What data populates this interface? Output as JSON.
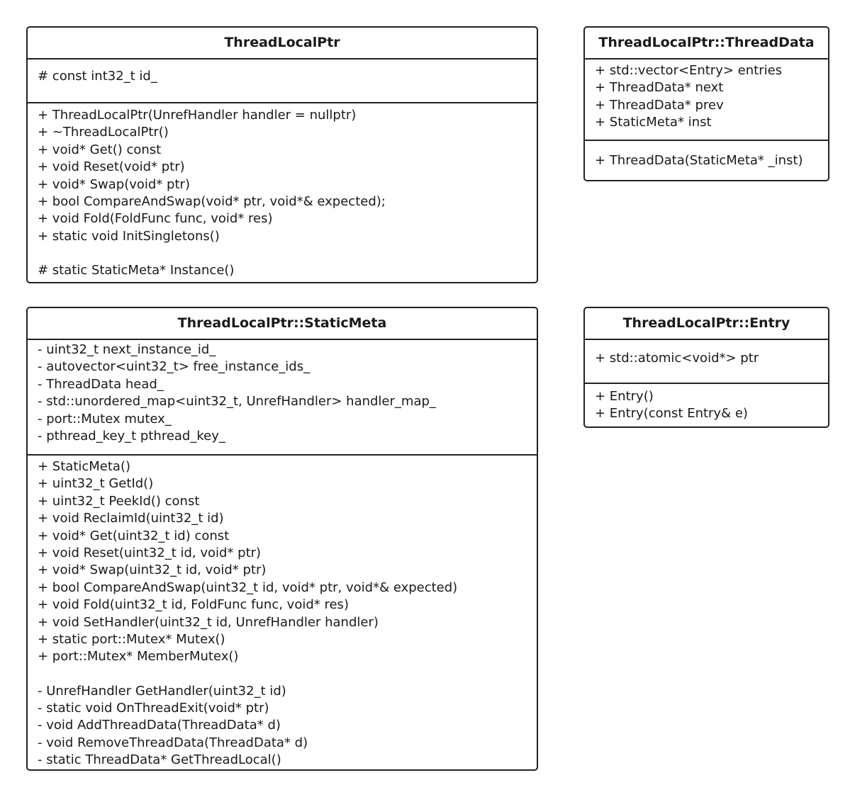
{
  "classes": {
    "thread_local_ptr": {
      "name": "ThreadLocalPtr",
      "attributes": [
        "# const int32_t id_"
      ],
      "public_methods": [
        "+ ThreadLocalPtr(UnrefHandler handler = nullptr)",
        "+ ~ThreadLocalPtr()",
        "+ void* Get() const",
        "+ void Reset(void* ptr)",
        "+ void* Swap(void* ptr)",
        "+ bool CompareAndSwap(void* ptr, void*& expected);",
        "+ void Fold(FoldFunc func, void* res)",
        "+ static void InitSingletons()"
      ],
      "other_methods": [
        "# static StaticMeta* Instance()"
      ]
    },
    "thread_data": {
      "name": "ThreadLocalPtr::ThreadData",
      "attributes": [
        "+ std::vector<Entry> entries",
        "+ ThreadData* next",
        "+ ThreadData* prev",
        "+ StaticMeta* inst"
      ],
      "public_methods": [
        "+ ThreadData(StaticMeta* _inst)"
      ]
    },
    "static_meta": {
      "name": "ThreadLocalPtr::StaticMeta",
      "attributes": [
        "- uint32_t next_instance_id_",
        "- autovector<uint32_t> free_instance_ids_",
        "- ThreadData head_",
        "- std::unordered_map<uint32_t, UnrefHandler> handler_map_",
        "- port::Mutex mutex_",
        "- pthread_key_t pthread_key_"
      ],
      "public_methods": [
        "+ StaticMeta()",
        "+ uint32_t GetId()",
        "+ uint32_t PeekId() const",
        "+ void ReclaimId(uint32_t id)",
        "+ void* Get(uint32_t id) const",
        "+ void Reset(uint32_t id, void* ptr)",
        "+ void* Swap(uint32_t id, void* ptr)",
        "+ bool CompareAndSwap(uint32_t id, void* ptr, void*& expected)",
        "+ void Fold(uint32_t id, FoldFunc func, void* res)",
        "+ void SetHandler(uint32_t id, UnrefHandler handler)",
        "+ static port::Mutex* Mutex()",
        "+ port::Mutex* MemberMutex()"
      ],
      "other_methods": [
        "- UnrefHandler GetHandler(uint32_t id)",
        "- static void OnThreadExit(void* ptr)",
        "- void AddThreadData(ThreadData* d)",
        "- void RemoveThreadData(ThreadData* d)",
        "- static ThreadData* GetThreadLocal()"
      ]
    },
    "entry": {
      "name": "ThreadLocalPtr::Entry",
      "attributes": [
        "+ std::atomic<void*> ptr"
      ],
      "public_methods": [
        "+ Entry()",
        "+ Entry(const Entry& e)"
      ]
    }
  }
}
